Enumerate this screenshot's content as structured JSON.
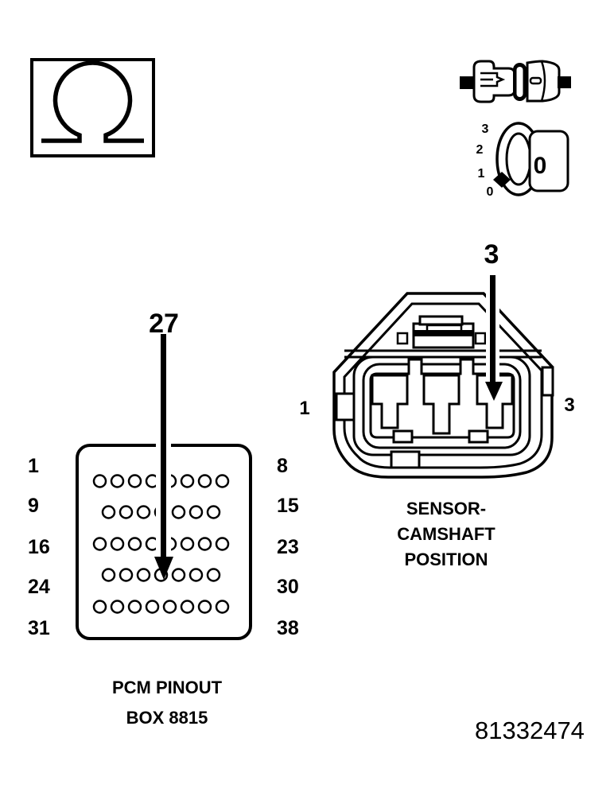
{
  "colors": {
    "ink": "#000000",
    "background": "#ffffff"
  },
  "icons": {
    "ohmmeter": "ohmmeter-icon",
    "disconnect": "disconnect-connector-icon",
    "rotary_dial": "rotary-dial-icon"
  },
  "dial": {
    "labels": [
      "3",
      "2",
      "1",
      "0"
    ],
    "face": "0"
  },
  "sensor": {
    "callout": "3",
    "pin_left": "1",
    "pin_right": "3",
    "caption_lines": [
      "SENSOR-",
      "CAMSHAFT",
      "POSITION"
    ]
  },
  "pcm": {
    "callout": "27",
    "rows": [
      8,
      7,
      8,
      7,
      8
    ],
    "left_labels": [
      "1",
      "9",
      "16",
      "24",
      "31"
    ],
    "right_labels": [
      "8",
      "15",
      "23",
      "30",
      "38"
    ],
    "caption_lines": [
      "PCM PINOUT",
      "BOX 8815"
    ]
  },
  "figure_number": "81332474"
}
